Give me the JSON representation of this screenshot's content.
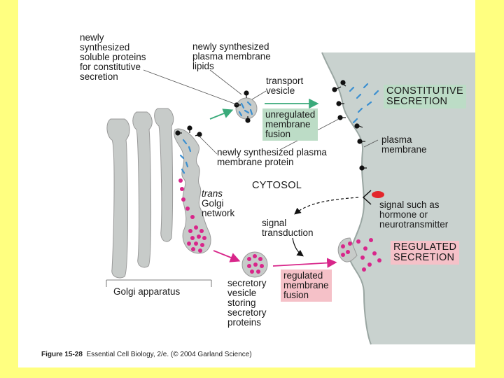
{
  "labels": {
    "soluble_proteins": "newly\nsynthesized\nsoluble proteins\nfor constitutive\nsecretion",
    "membrane_lipids": "newly synthesized\nplasma membrane\nlipids",
    "transport_vesicle": "transport\nvesicle",
    "unregulated_fusion": "unregulated\nmembrane\nfusion",
    "constitutive_secretion": "CONSTITUTIVE\nSECRETION",
    "plasma_membrane": "plasma\nmembrane",
    "membrane_protein": "newly synthesized plasma\nmembrane protein",
    "cytosol": "CYTOSOL",
    "trans_golgi_italic": "trans",
    "trans_golgi_rest": "Golgi\nnetwork",
    "signal_hormone": "signal such as\nhormone or\nneurotransmitter",
    "signal_transduction": "signal\ntransduction",
    "regulated_secretion": "REGULATED\nSECRETION",
    "golgi_apparatus": "Golgi apparatus",
    "secretory_vesicle": "secretory\nvesicle\nstoring\nsecretory\nproteins",
    "regulated_fusion": "regulated\nmembrane\nfusion"
  },
  "caption": {
    "figure": "Figure 15-28",
    "book": "Essential Cell Biology, 2/e.",
    "copyright": "(© 2004 Garland Science)"
  },
  "colors": {
    "background": "#ffff80",
    "cell_exterior": "#c9d2cf",
    "golgi_fill": "#c7cbc9",
    "unregulated_box": "#bcdcc6",
    "regulated_box": "#f5c1c8",
    "membrane_protein_dots": "#111111",
    "soluble_protein_dashes": "#3b8fd0",
    "secretory_protein_dots": "#d8268a",
    "signal": "#e3262b",
    "constitutive_arrow": "#3aaa7a",
    "regulated_arrow": "#d8268a"
  }
}
